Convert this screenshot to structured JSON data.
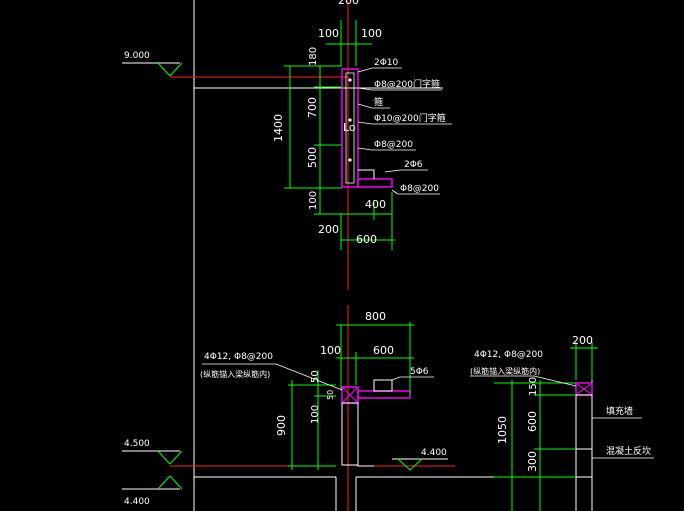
{
  "drawing": {
    "levels": {
      "top": "9.000",
      "mid_left": "4.500",
      "mid_right": "4.400",
      "bottom_left": "4.400"
    },
    "section_top": {
      "dim_top_total": "200",
      "dim_top_left": "100",
      "dim_top_right": "100",
      "dim_left_total": "1400",
      "dim_left_a": "180",
      "dim_left_b": "700",
      "dim_left_c": "500",
      "dim_left_d": "100",
      "dim_bot_a": "400",
      "dim_bot_b": "200",
      "dim_bot_c": "600",
      "label_lo": "Lo",
      "callouts": [
        "2Φ10",
        "Φ8@200门字箍",
        "箍",
        "Φ10@200门字箍",
        "Φ8@200",
        "2Φ6",
        "Φ8@200"
      ]
    },
    "section_mid": {
      "dim_top_total": "800",
      "dim_top_left": "100",
      "dim_top_right": "600",
      "dim_left_a": "50",
      "dim_left_b": "50",
      "dim_left_total": "900",
      "dim_left_c": "100",
      "bar_note": "5Φ6",
      "beam_note_1": "4Φ12, Φ8@200",
      "beam_note_2": "(纵筋锚入梁纵筋内)"
    },
    "section_right": {
      "dim_top": "200",
      "beam_note_1": "4Φ12, Φ8@200",
      "beam_note_2": "(纵筋锚入梁纵筋内)",
      "dim_total": "1050",
      "dim_a": "150",
      "dim_b": "600",
      "dim_c": "300",
      "label_wall": "填充墙",
      "label_conc": "混凝土反坎"
    }
  }
}
